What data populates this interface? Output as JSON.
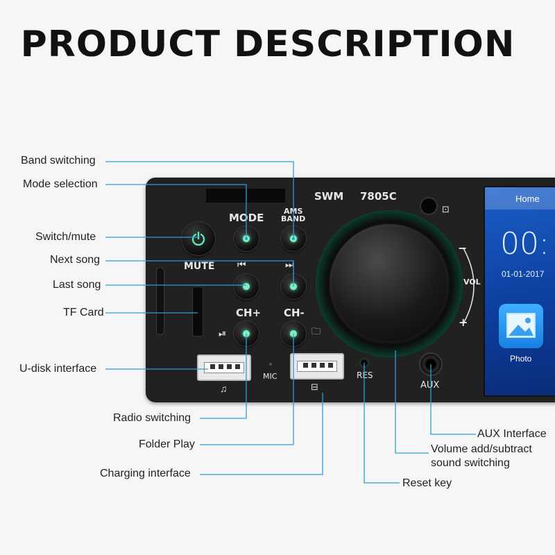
{
  "title": "PRODUCT DESCRIPTION",
  "panel": {
    "brand": "SWM",
    "model": "7805C",
    "mode_label": "MODE",
    "ams_label": "AMS",
    "band_label": "BAND",
    "mute_label": "MUTE",
    "ch_plus_label": "CH+",
    "ch_minus_label": "CH-",
    "mic_label": "MIC",
    "res_label": "RES",
    "aux_label": "AUX",
    "vol_label": "VOL",
    "vol_minus": "−",
    "vol_plus": "+"
  },
  "screen": {
    "home_label": "Home",
    "time": "00:",
    "date": "01-01-2017",
    "photo_label": "Photo"
  },
  "callouts": {
    "band_switching": "Band switching",
    "mode_selection": "Mode selection",
    "switch_mute": "Switch/mute",
    "next_song": "Next song",
    "last_song": "Last song",
    "tf_card": "TF Card",
    "u_disk": "U-disk interface",
    "radio_switching": "Radio switching",
    "folder_play": "Folder Play",
    "charging_interface": "Charging interface",
    "aux_interface": "AUX Interface",
    "volume_line1": "Volume add/subtract",
    "volume_line2": "sound switching",
    "reset_key": "Reset key"
  },
  "colors": {
    "accent_led": "#7ef0c0",
    "callout_line": "#2a9fd6",
    "screen_blue": "#0d3f9e"
  }
}
